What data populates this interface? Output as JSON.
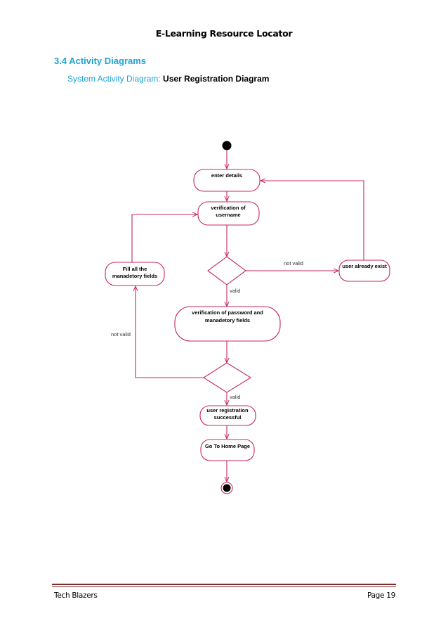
{
  "header": {
    "title": "E-Learning Resource Locator"
  },
  "section": {
    "heading": "3.4 Activity Diagrams",
    "subheading_prefix": "System Activity Diagram:",
    "subheading_main": "User Registration Diagram"
  },
  "diagram": {
    "nodes": {
      "enter_details": [
        "enter details"
      ],
      "verify_username": [
        "verification of",
        "username"
      ],
      "fill_fields": [
        "Fill all the",
        "manadetory fields"
      ],
      "user_exists": [
        "user already exist"
      ],
      "verify_password": [
        "verification of password and",
        "manadetory fields"
      ],
      "registration_success": [
        "user registration",
        "successful"
      ],
      "home_page": [
        "Go To Home Page"
      ]
    },
    "edge_labels": {
      "not_valid_right": "not valid",
      "valid_1": "valid",
      "not_valid_left": "not valid",
      "valid_2": "valid"
    },
    "colors": {
      "stroke": "#c8285a",
      "fill": "#ffffff"
    }
  },
  "footer": {
    "left": "Tech Blazers",
    "right": "Page 19"
  }
}
